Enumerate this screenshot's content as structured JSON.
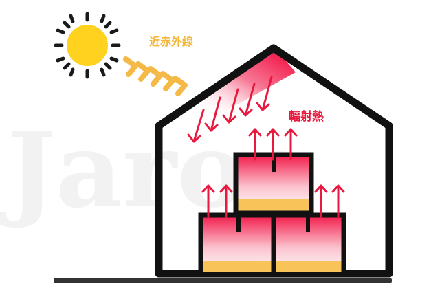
{
  "labels": {
    "infrared": "近赤外線",
    "radiant_heat": "輻射熱"
  },
  "watermark": "Jaroc",
  "icons": {
    "sun": "sun-icon",
    "chevrons": "chevron-right-icon",
    "heat_down": "arrow-down-icon",
    "heat_up": "arrow-up-icon"
  },
  "colors": {
    "sun": "#FFD21F",
    "sun_rays": "#1a1a1a",
    "infrared_label": "#F3B73B",
    "chevrons": "#F5B947",
    "radiant_heat_label": "#E8193E",
    "heat_arrows": "#E8193E",
    "outline": "#111111",
    "ground": "#333333",
    "box_band": "#F8C45A",
    "watermark": "#F2F2F2"
  }
}
